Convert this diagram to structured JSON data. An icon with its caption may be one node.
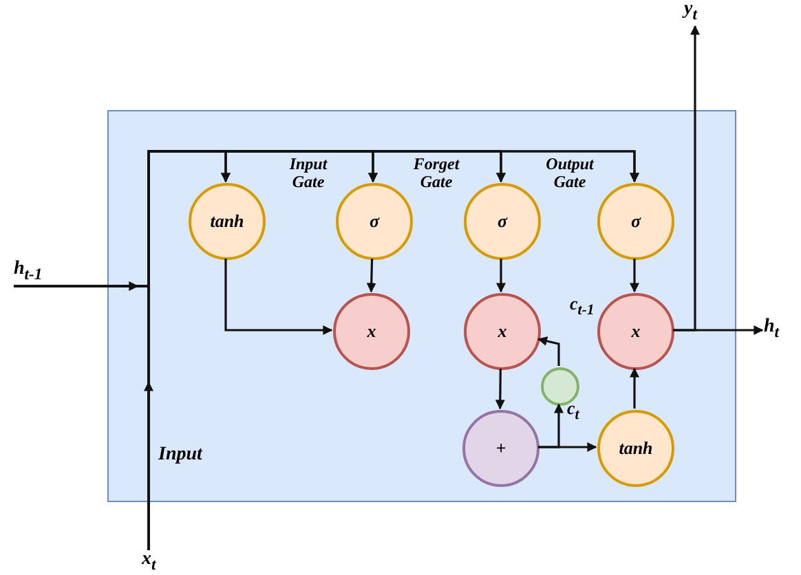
{
  "diagram": {
    "nodes": [
      {
        "text": [
          "Input"
        ]
      },
      {
        "text": [
          "tanh"
        ],
        "in": 0
      },
      {
        "text": [
          "σ"
        ],
        "in": 0,
        "beside": [
          "Input Gate"
        ]
      },
      {
        "text": [
          "σ"
        ],
        "in": 0,
        "beside": [
          "Forget Gate"
        ]
      },
      {
        "text": [
          "σ"
        ],
        "in": 0,
        "beside": [
          "Output Gate"
        ]
      },
      {
        "text": [
          "x"
        ],
        "in": 0
      },
      {
        "text": [
          "x"
        ],
        "in": 0
      },
      {
        "text": [
          "x"
        ],
        "in": 0
      },
      {
        "text": [],
        "shape": "circle",
        "in": 0
      },
      {
        "text": [
          "+"
        ],
        "in": 0
      },
      {
        "text": [
          "tanh"
        ],
        "in": 0
      },
      {
        "text": [
          "h$_{t-1}$"
        ]
      },
      {
        "text": [
          "x$_{t}$"
        ]
      },
      {
        "text": [
          "y$_{t}$"
        ]
      },
      {
        "text": [
          "h$_{t}$"
        ]
      }
    ],
    "edges": [
      {
        "from": 11,
        "to": 1,
        "arrow": "to"
      },
      {
        "from": 11,
        "to": 2,
        "arrow": "to"
      },
      {
        "from": 11,
        "to": 3,
        "arrow": "to"
      },
      {
        "from": 11,
        "to": 4,
        "arrow": "to"
      },
      {
        "from": 12,
        "to": 1,
        "arrow": "to"
      },
      {
        "from": 12,
        "to": 2,
        "arrow": "to"
      },
      {
        "from": 12,
        "to": 3,
        "arrow": "to"
      },
      {
        "from": 12,
        "to": 4,
        "arrow": "to"
      },
      {
        "from": 1,
        "to": 5,
        "arrow": "to"
      },
      {
        "from": 2,
        "to": 5,
        "arrow": "to"
      },
      {
        "from": 3,
        "to": 6,
        "arrow": "to"
      },
      {
        "from": 4,
        "to": 7,
        "arrow": "to"
      },
      {
        "from": 6,
        "to": 9,
        "arrow": "to"
      },
      {
        "from": 9,
        "to": 10,
        "arrow": "to"
      },
      {
        "from": 9,
        "to": 8,
        "arrow": "to",
        "label": "c$_{t}$"
      },
      {
        "from": 8,
        "to": 6,
        "arrow": "to",
        "label": "c$_{t-1}$"
      },
      {
        "from": 10,
        "to": 7,
        "arrow": "to"
      },
      {
        "from": 7,
        "to": 14,
        "arrow": "to"
      },
      {
        "from": 7,
        "to": 13,
        "arrow": "to"
      }
    ]
  }
}
